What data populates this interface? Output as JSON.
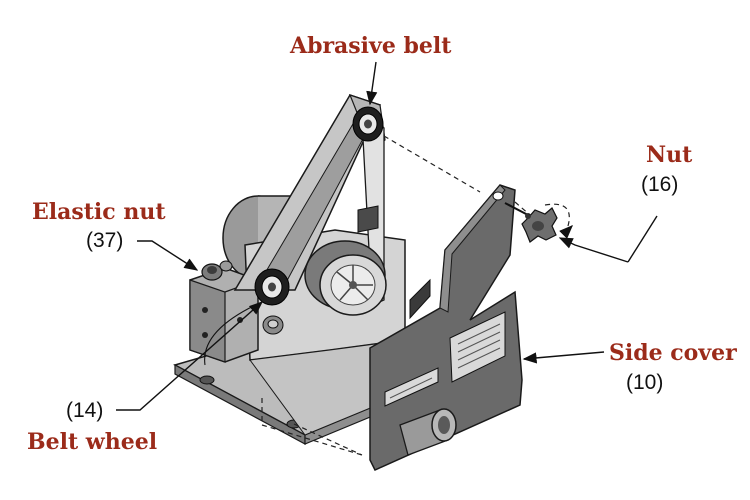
{
  "labels": {
    "abrasive_belt": "Abrasive belt",
    "nut": "Nut",
    "nut_ref": "(16)",
    "elastic_nut": "Elastic nut",
    "elastic_nut_ref": "(37)",
    "side_cover": "Side cover",
    "side_cover_ref": "(10)",
    "belt_wheel_ref": "(14)",
    "belt_wheel": "Belt wheel"
  },
  "colors": {
    "label_text": "#9b2b1a",
    "number_text": "#111111",
    "machine_light": "#c9c9c9",
    "machine_mid": "#a8a8a8",
    "machine_dark": "#6e6e6e",
    "outline": "#1a1a1a"
  }
}
